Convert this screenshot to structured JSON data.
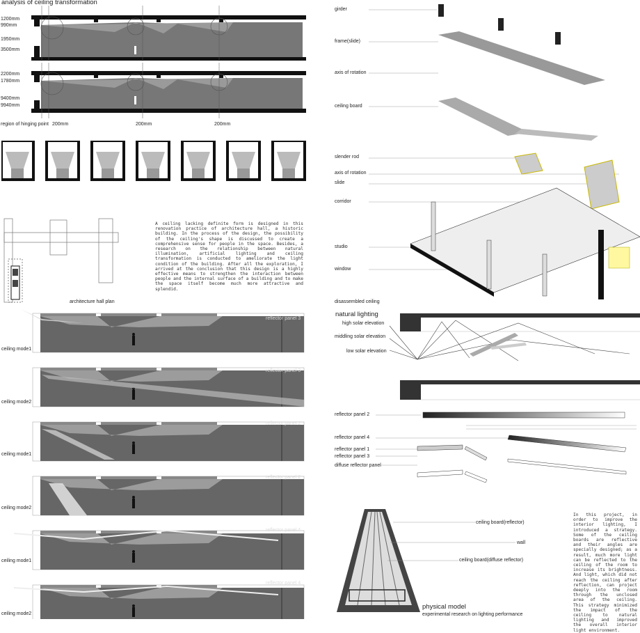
{
  "analysis": {
    "title": "analysis of ceiling transformation",
    "section1_dims": [
      "1200mm",
      "990mm",
      "1950mm",
      "3500mm"
    ],
    "section2_dims": [
      "2200mm",
      "1780mm",
      "9400mm",
      "9940mm"
    ],
    "hinge_label": "region of hinging point",
    "hinge_dims": [
      "200mm",
      "200mm",
      "200mm"
    ]
  },
  "plan": {
    "description": "A ceiling lacking definite form is designed in this renovation practice of architecture hall, a historic building. In the process of the design, the possibility of the ceiling's shape is discussed to create a comprehensive sense for people in the space. Besides, a research on the relationship between natural illumination, artificial lighting and ceiling transformation is conducted to ameliorate the light condition of the building. After all the exploration, I arrived at the conclusion that this design is a highly effective means to strengthen the interaction between people and the internal surface of a building and to make the space itself become much more attractive and splendid.",
    "caption": "architecture hall plan"
  },
  "modes": [
    {
      "panel": "reflector panel 3",
      "mode": "ceiling mode1"
    },
    {
      "panel": "reflector panel 3",
      "mode": "ceiling mode2"
    },
    {
      "panel": "reflector panel 2",
      "mode": "ceiling mode1"
    },
    {
      "panel": "reflector panel 2",
      "mode": "ceiling mode2"
    },
    {
      "panel": "reflector panel 4",
      "mode": "ceiling mode1"
    },
    {
      "panel": "reflector panel 4",
      "mode": "ceiling mode2"
    }
  ],
  "exploded": {
    "labels": [
      "girder",
      "frame(slide)",
      "axis of rotation",
      "ceiling board",
      "slender rod",
      "axis of rotation",
      "slide",
      "corridor",
      "studio",
      "window"
    ],
    "caption": "disassembled ceiling"
  },
  "natural": {
    "title": "natural lighting",
    "elevations": [
      "high solar elevation",
      "middling solar elevation",
      "low solar elevation"
    ],
    "panels": [
      "reflector panel 2",
      "reflector panel 4",
      "reflector panel 1",
      "reflector panel 3",
      "diffuse reflector panel"
    ]
  },
  "model": {
    "labels": [
      "ceiling board(reflector)",
      "wall",
      "ceiling board(diffuse reflector)"
    ],
    "title": "physical model",
    "subtitle": "experimental research on lighting performance",
    "text": "In this project, in order to improve the interior lighting, I introduced a strategy. Some of the ceiling boards are reflective and their angles are specially designed; as a result, much more light can be reflected to the ceiling of the room to increase its brightness. And light, which did not reach the ceiling after reflection, can project deeply into the room through the unclosed area of the ceiling. This strategy minimized the impact of the ceiling to natural lighting and improved the overall interior light environment."
  }
}
